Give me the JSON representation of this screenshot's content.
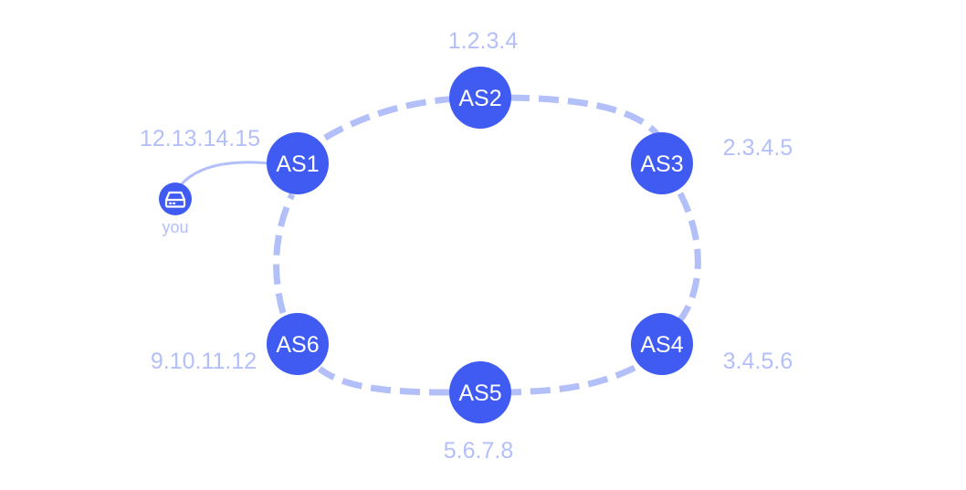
{
  "colors": {
    "node_fill": "#3f5bf2",
    "ring_stroke": "#b3bff8",
    "label_text": "#b3bff8",
    "node_text": "#ffffff"
  },
  "nodes": [
    {
      "id": "as1",
      "label": "AS1",
      "ip": "12.13.14.15"
    },
    {
      "id": "as2",
      "label": "AS2",
      "ip": "1.2.3.4"
    },
    {
      "id": "as3",
      "label": "AS3",
      "ip": "2.3.4.5"
    },
    {
      "id": "as4",
      "label": "AS4",
      "ip": "3.4.5.6"
    },
    {
      "id": "as5",
      "label": "AS5",
      "ip": "5.6.7.8"
    },
    {
      "id": "as6",
      "label": "AS6",
      "ip": "9.10.11.12"
    }
  ],
  "you": {
    "label": "you",
    "icon": "hard-drive-icon",
    "connected_to": "as1"
  },
  "ring_order": [
    "as1",
    "as2",
    "as3",
    "as4",
    "as5",
    "as6"
  ]
}
